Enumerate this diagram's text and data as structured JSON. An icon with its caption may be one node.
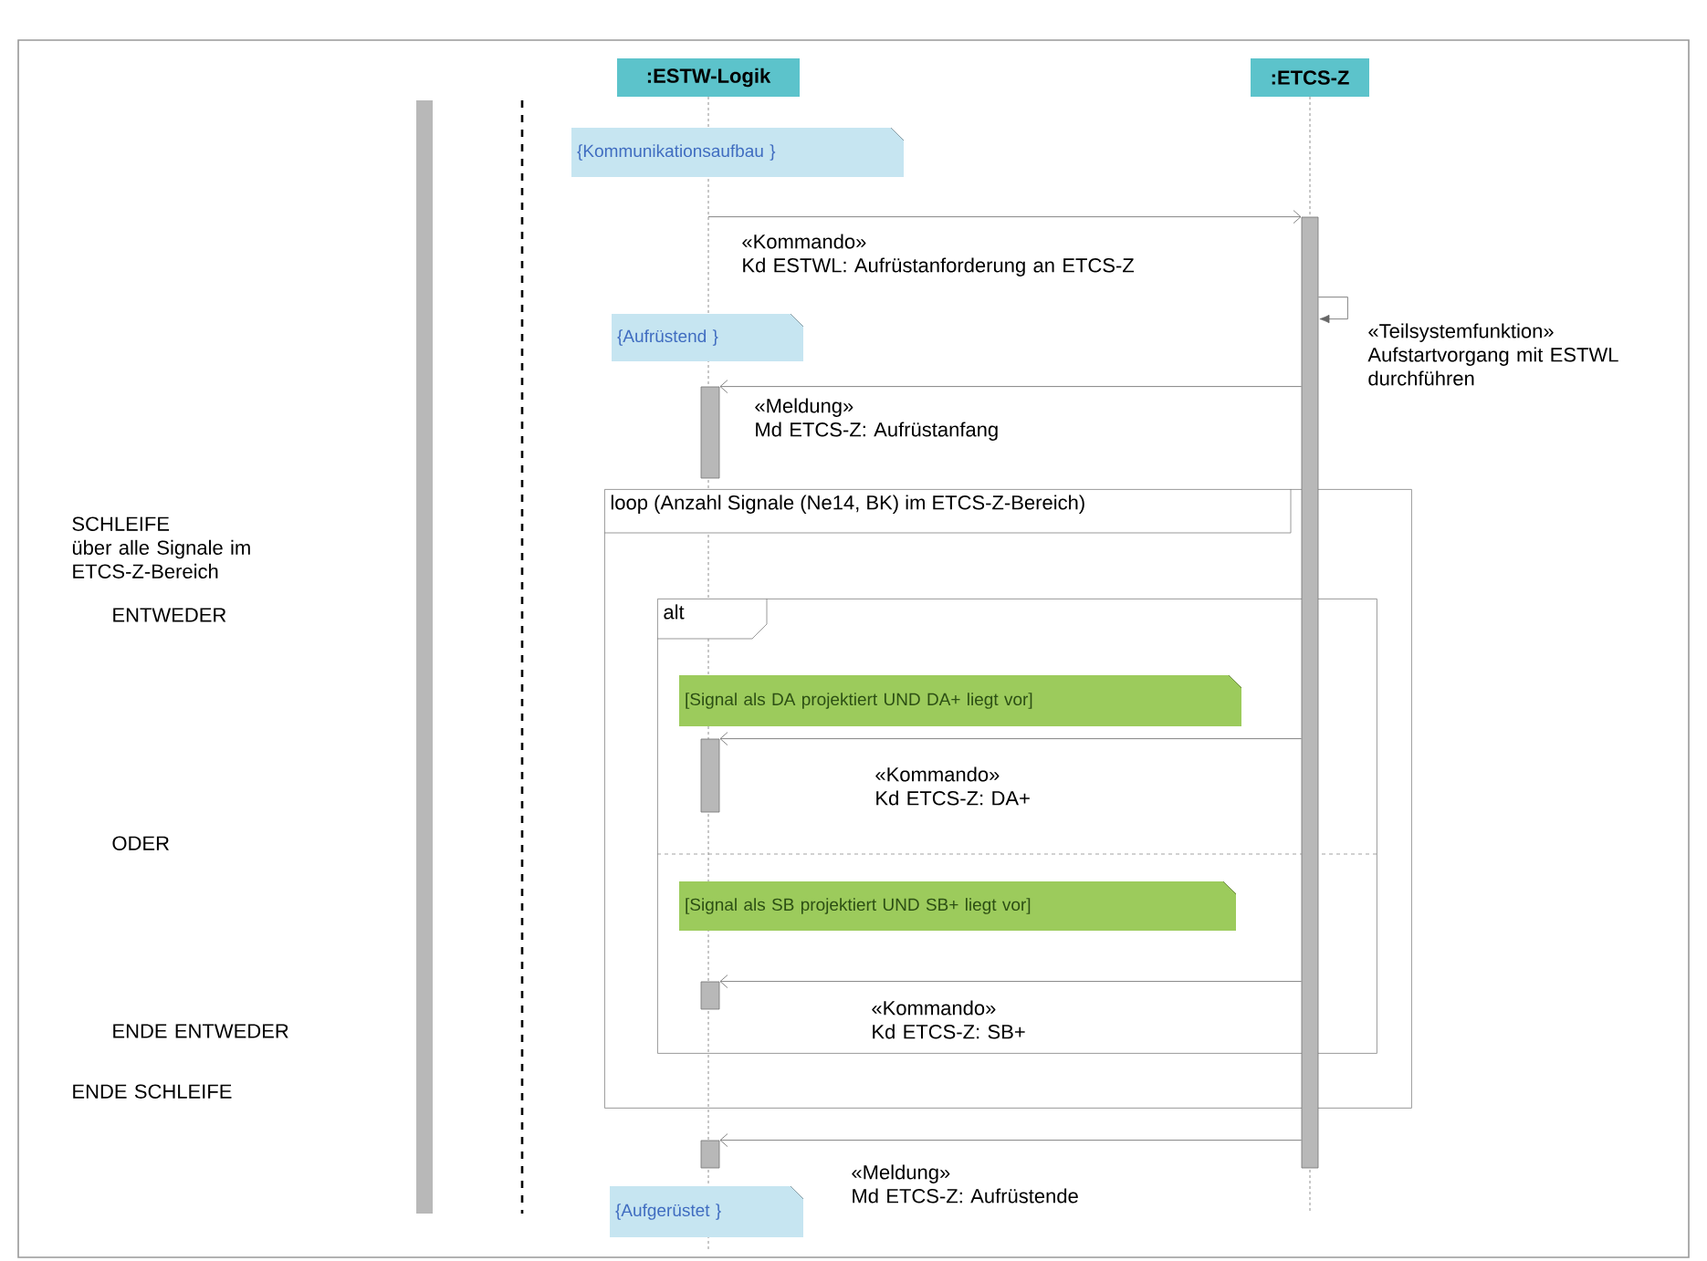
{
  "diagram": {
    "nodes": [
      {
        "text": [
          ":ESTW-Logik"
        ]
      },
      {
        "text": [
          ":ETCS-Z"
        ]
      },
      {
        "text": [
          "{Kommunikationsaufbau }"
        ]
      },
      {
        "text": [
          "{Aufrüstend }"
        ]
      },
      {
        "text": [
          "loop (Anzahl Signale (Ne14, BK) im ETCS-Z-Bereich)"
        ]
      },
      {
        "text": [
          "alt"
        ],
        "in": 4
      },
      {
        "text": [
          "[Signal als DA projektiert UND DA+ liegt vor]"
        ],
        "in": 5
      },
      {
        "text": [
          "[Signal als SB projektiert UND SB+ liegt vor]"
        ],
        "in": 5
      },
      {
        "text": [
          "{Aufgerüstet }"
        ]
      },
      {
        "text": [],
        "shape": "bar"
      },
      {
        "text": [],
        "shape": "bar"
      },
      {
        "text": [],
        "shape": "bar",
        "in": 5
      },
      {
        "text": [],
        "shape": "bar",
        "in": 5
      },
      {
        "text": [],
        "shape": "bar"
      }
    ],
    "edges": [
      {
        "from": null,
        "to": 9,
        "arrow": "to",
        "label": "«Kommando» Kd ESTWL: Aufrüstanforderung an ETCS-Z"
      },
      {
        "from": 9,
        "to": 9,
        "arrow": "to",
        "label": "«Teilsystemfunktion» Aufstartvorgang mit ESTWL durchführen"
      },
      {
        "from": 9,
        "to": 10,
        "arrow": "to",
        "label": "«Meldung» Md ETCS-Z: Aufrüstanfang"
      },
      {
        "from": 9,
        "to": 11,
        "arrow": "to",
        "label": "«Kommando» Kd ETCS-Z: DA+"
      },
      {
        "from": 9,
        "to": 12,
        "arrow": "to",
        "label": "«Kommando» Kd ETCS-Z: SB+"
      },
      {
        "from": 9,
        "to": 13,
        "arrow": "to",
        "label": "«Meldung» Md ETCS-Z: Aufrüstende"
      }
    ],
    "labels": [
      "SCHLEIFE über alle Signale im ETCS-Z-Bereich",
      "ENTWEDER",
      "ODER",
      "ENDE ENTWEDER",
      "ENDE SCHLEIFE"
    ]
  }
}
